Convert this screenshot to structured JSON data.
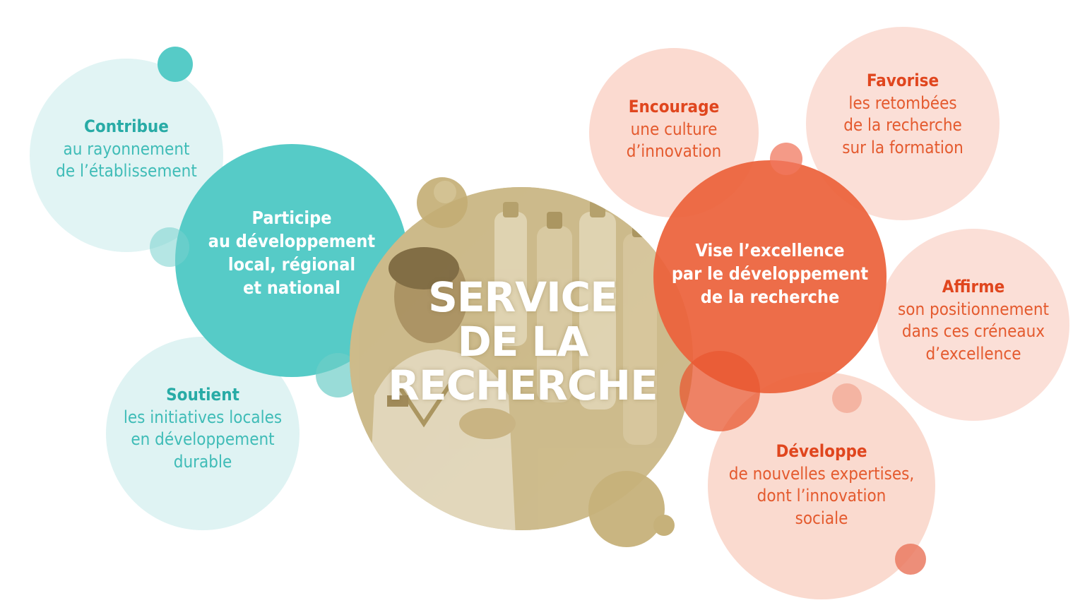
{
  "center": {
    "title_lines": [
      "SERVICE",
      "DE LA",
      "RECHERCHE"
    ]
  },
  "bubbles": {
    "contribue": {
      "verb": "Contribue",
      "line1": "au rayonnement",
      "line2": "de l’établissement"
    },
    "participe": {
      "line1": "Participe",
      "line2": "au développement",
      "line3": "local, régional",
      "line4": "et national"
    },
    "soutient": {
      "verb": "Soutient",
      "line1": "les initiatives locales",
      "line2": "en développement",
      "line3": "durable"
    },
    "encourage": {
      "verb": "Encourage",
      "line1": "une culture",
      "line2": "d’innovation"
    },
    "favorise": {
      "verb": "Favorise",
      "line1": "les retombées",
      "line2": "de la recherche",
      "line3": "sur la formation"
    },
    "vise": {
      "line1": "Vise l’excellence",
      "line2": "par le développement",
      "line3": "de la recherche"
    },
    "affirme": {
      "verb": "Affirme",
      "line1": "son positionnement",
      "line2": "dans ces créneaux",
      "line3": "d’excellence"
    },
    "developpe": {
      "verb": "Développe",
      "line1": "de nouvelles expertises,",
      "line2": "dont l’innovation",
      "line3": "sociale"
    }
  },
  "colors": {
    "teal": "#56cbc7",
    "teal_light": "#dff3f3",
    "coral": "#ee6c47",
    "coral_light": "#fbdcd3",
    "gold": "#c8b37c"
  }
}
